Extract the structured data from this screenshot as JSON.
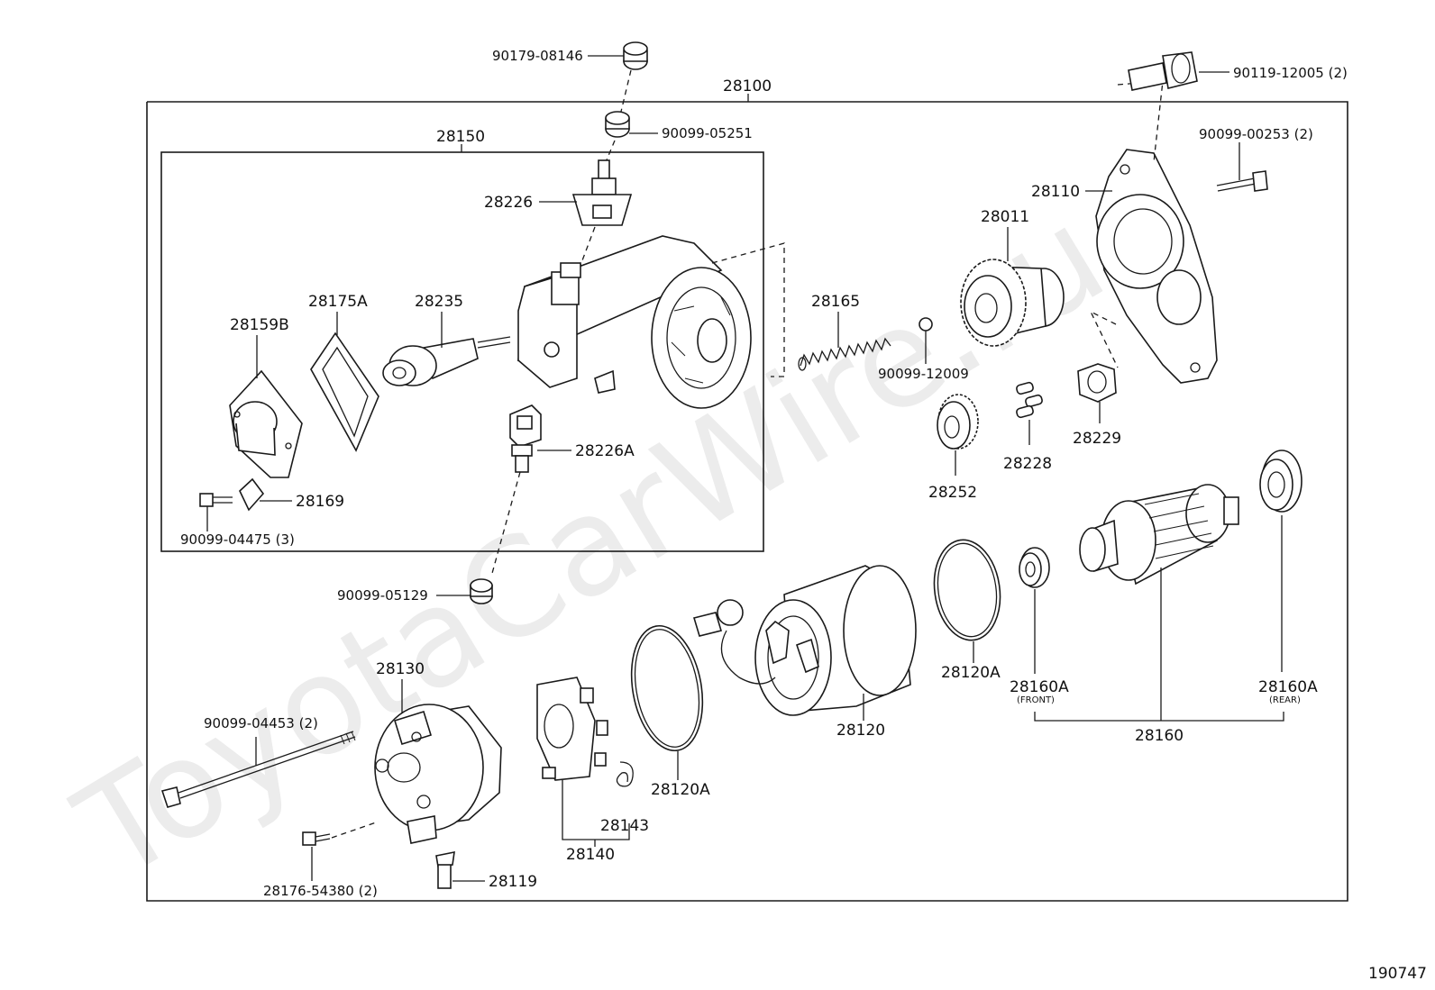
{
  "watermark": "ToyotaCarWire.ru",
  "diagram_id": "190747",
  "assembly_labels": {
    "starter_assembly": "28100",
    "solenoid_assembly": "28150",
    "armature_group": "28160"
  },
  "labels": {
    "p90179_08146": "90179-08146",
    "p90099_05251": "90099-05251",
    "p90119_12005": "90119-12005 (2)",
    "p90099_00253": "90099-00253 (2)",
    "p28226": "28226",
    "p28110": "28110",
    "p28011": "28011",
    "p28175A": "28175A",
    "p28235": "28235",
    "p28159B": "28159B",
    "p28165": "28165",
    "p90099_12009": "90099-12009",
    "p28226A": "28226A",
    "p28228": "28228",
    "p28229": "28229",
    "p28252": "28252",
    "p28169": "28169",
    "p90099_04475": "90099-04475 (3)",
    "p90099_05129": "90099-05129",
    "p28130": "28130",
    "p28120A_right": "28120A",
    "p28160A_front": "28160A",
    "p28160A_front_note": "(FRONT)",
    "p28160A_rear": "28160A",
    "p28160A_rear_note": "(REAR)",
    "p90099_04453": "90099-04453 (2)",
    "p28120": "28120",
    "p28120A_left": "28120A",
    "p28143": "28143",
    "p28140": "28140",
    "p28176_54380": "28176-54380 (2)",
    "p28119": "28119"
  }
}
